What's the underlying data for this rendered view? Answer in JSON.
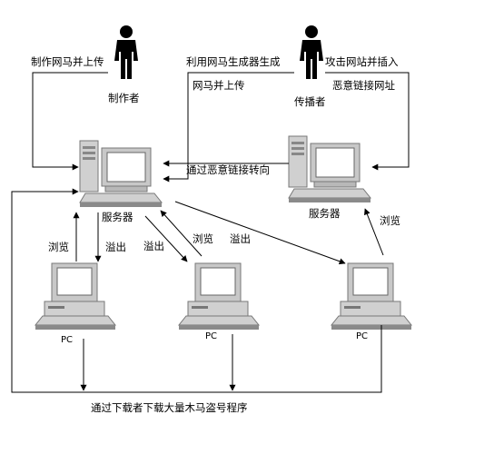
{
  "people": {
    "maker": "制作者",
    "spreader": "传播者"
  },
  "servers": {
    "main": "服务器",
    "spreader": "服务器"
  },
  "pcs": [
    "PC",
    "PC",
    "PC"
  ],
  "edges": {
    "maker_upload": "制作网马并上传",
    "generator": "利用网马生成器生成",
    "generator_upload": "网马并上传",
    "attack_line1": "攻击网站并插入",
    "attack_line2": "恶意链接网址",
    "redirect": "通过恶意链接转向",
    "browse_left": "浏览",
    "overflow_left": "溢出",
    "overflow_mid1": "溢出",
    "browse_mid": "浏览",
    "overflow_mid2": "溢出",
    "browse_right": "浏览",
    "download": "通过下载者下载大量木马盗号程序"
  },
  "colors": {
    "line": "#000000",
    "monitor_frame": "#c8c8c8",
    "monitor_screen": "#ffffff",
    "shadow": "#8a8a8a"
  }
}
